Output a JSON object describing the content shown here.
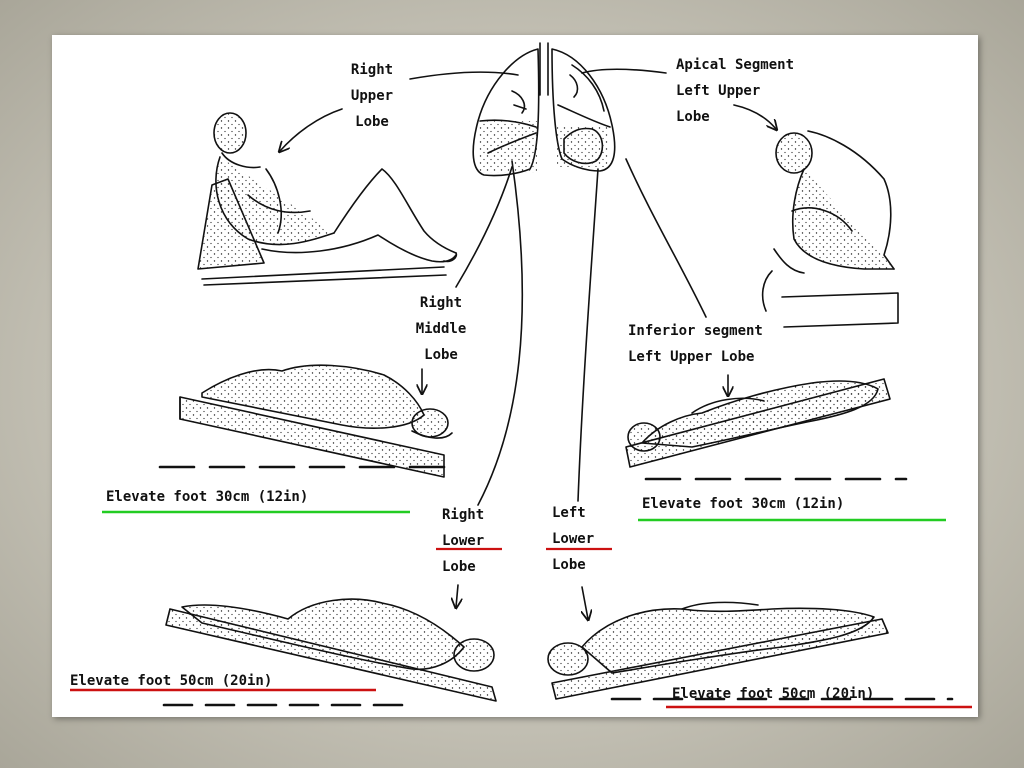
{
  "colors": {
    "slide_background": "#ffffff",
    "frame_background": "#c9c6ba",
    "ink": "#111111",
    "green_underline": "#22cc22",
    "red_underline": "#cc1111"
  },
  "labels": {
    "right_upper_lobe": [
      "Right",
      "Upper",
      "Lobe"
    ],
    "apical_segment_left_upper_lobe": [
      "Apical Segment",
      "Left Upper",
      "Lobe"
    ],
    "right_middle_lobe": [
      "Right",
      "Middle",
      "Lobe"
    ],
    "inferior_segment_left_upper_lobe": [
      "Inferior segment",
      "Left Upper Lobe"
    ],
    "right_lower_lobe": [
      "Right",
      "Lower",
      "Lobe"
    ],
    "left_lower_lobe": [
      "Left",
      "Lower",
      "Lobe"
    ]
  },
  "captions": {
    "right_middle_lobe": "Elevate foot 30cm (12in)",
    "inferior_segment_left_upper_lobe": "Elevate foot 30cm (12in)",
    "right_lower_lobe": "Elevate foot 50cm (20in)",
    "left_lower_lobe": "Elevate foot 50cm (20in)"
  }
}
